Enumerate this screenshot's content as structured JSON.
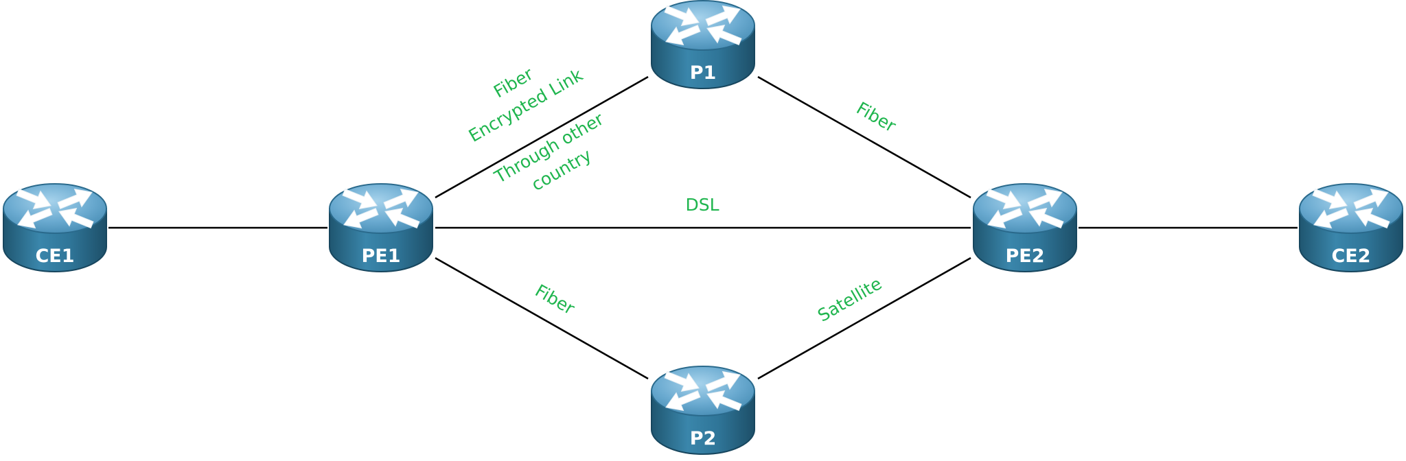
{
  "colors": {
    "label_green": "#1fb54e",
    "router_body": "#2f7598",
    "router_body_dark": "#1f5670",
    "router_top": "#6aaad0",
    "router_top_light": "#a7d3ec",
    "arrow": "#ffffff",
    "link": "#000000"
  },
  "icons": {
    "router": "router-icon"
  },
  "routers": [
    {
      "id": "ce1",
      "label": "CE1"
    },
    {
      "id": "pe1",
      "label": "PE1"
    },
    {
      "id": "p1",
      "label": "P1"
    },
    {
      "id": "p2",
      "label": "P2"
    },
    {
      "id": "pe2",
      "label": "PE2"
    },
    {
      "id": "ce2",
      "label": "CE2"
    }
  ],
  "links": [
    {
      "id": "ce1-pe1",
      "from": "ce1",
      "to": "pe1",
      "label_lines": []
    },
    {
      "id": "pe1-p1",
      "from": "pe1",
      "to": "p1",
      "label_lines": [
        "Fiber",
        "Encrypted Link",
        "Through other",
        "country"
      ]
    },
    {
      "id": "p1-pe2",
      "from": "p1",
      "to": "pe2",
      "label_lines": [
        "Fiber"
      ]
    },
    {
      "id": "pe1-pe2",
      "from": "pe1",
      "to": "pe2",
      "label_lines": [
        "DSL"
      ]
    },
    {
      "id": "pe1-p2",
      "from": "pe1",
      "to": "p2",
      "label_lines": [
        "Fiber"
      ]
    },
    {
      "id": "p2-pe2",
      "from": "p2",
      "to": "pe2",
      "label_lines": [
        "Satellite"
      ]
    },
    {
      "id": "pe2-ce2",
      "from": "pe2",
      "to": "ce2",
      "label_lines": []
    }
  ]
}
